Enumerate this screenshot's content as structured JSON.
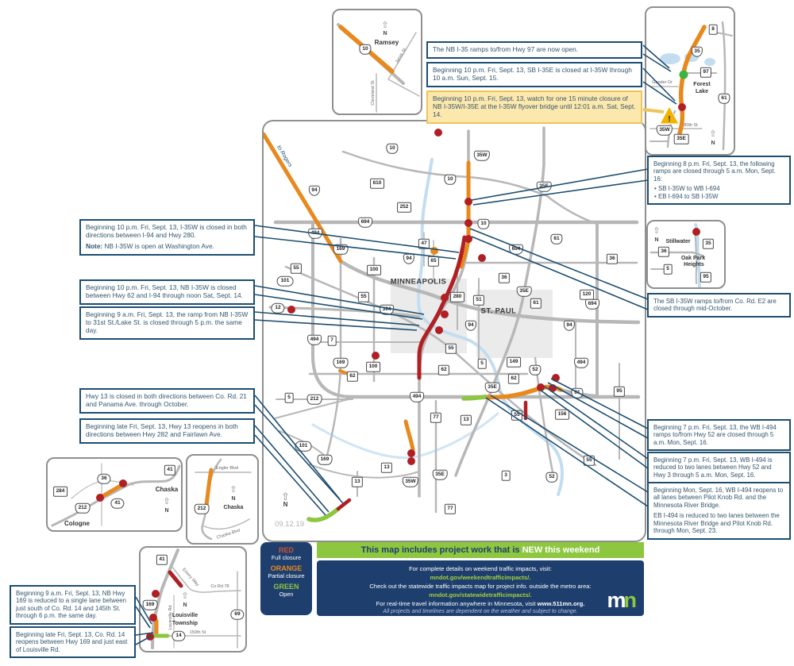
{
  "colors": {
    "closure_red": "#b01f24",
    "partial_orange": "#e8891e",
    "open_green": "#8dc63f",
    "callout_navy": "#1d4e70",
    "panel_navy": "#1e3f6e",
    "link_green": "#a4cd3a",
    "highlight_yellow_bg": "#fce8ad"
  },
  "icons": {
    "north_arrow": "⇧",
    "warning": "!"
  },
  "callouts": {
    "c1": {
      "text": "The NB I-35 ramps to/from Hwy 97 are now open."
    },
    "c2": {
      "text": "Beginning 10 p.m. Fri, Sept. 13, SB I-35E is closed at I-35W through 10 a.m. Sun, Sept. 15."
    },
    "c3": {
      "text": "Beginning 10 p.m. Fri, Sept. 13, watch for one 15 minute closure of NB I-35W/I-35E at the I-35W flyover bridge until 12:01 a.m. Sat, Sept. 14."
    },
    "c4": {
      "text": "Beginning 8 p.m. Fri, Sept. 13, the following ramps are closed through 5 a.m. Mon, Sept. 16:",
      "bullets": [
        "SB I-35W to WB I-694",
        "EB I-694 to SB I-35W"
      ]
    },
    "c5": {
      "text": "The SB I-35W ramps to/from Co. Rd. E2 are closed through mid-October."
    },
    "c6": {
      "text": "Beginning 7 p.m. Fri, Sept. 13, the WB I-494 ramps to/from Hwy 52 are closed through 5 a.m. Mon, Sept. 16."
    },
    "c7": {
      "text": "Beginning 7 p.m. Fri, Sept. 13, WB I-494 is reduced to two lanes between Hwy 52 and Hwy 3 through 5 a.m. Mon, Sept. 16."
    },
    "c8": {
      "text": "Beginning Mon, Sept. 16, WB I-494 reopens to all lanes between Pilot Knob Rd. and the Minnesota River Bridge.",
      "text2": "EB I-494 is reduced to two lanes between the Minnesota River Bridge and Pilot Knob Rd. through Mon, Sept. 23."
    },
    "c9": {
      "text": "Beginning 10 p.m. Fri, Sept. 13, I-35W is closed in both directions between I-94 and Hwy 280.",
      "note_label": "Note:",
      "note": " NB I-35W is open at Washington Ave."
    },
    "c10": {
      "text": "Beginning 10 p.m. Fri, Sept. 13, NB I-35W is closed between Hwy 62 and I-94 through noon Sat, Sept. 14."
    },
    "c11": {
      "text": "Beginning 9 a.m. Fri, Sept. 13, the ramp from NB I-35W to 31st St./Lake St. is closed through 5 p.m. the same day."
    },
    "c12": {
      "text": "Hwy 13 is closed in both directions between Co. Rd. 21 and Panama Ave. through October."
    },
    "c13": {
      "text": "Beginning late Fri, Sept. 13, Hwy 13 reopens in both directions between Hwy 282 and Fairlawn Ave."
    },
    "c14": {
      "text": "Beginning 9 a.m. Fri, Sept. 13, NB Hwy 169 is reduced to a single lane between just south of Co. Rd. 14 and 145th St. through 6 p.m. the same day."
    },
    "c15": {
      "text": "Beginning late Fri, Sept. 13, Co. Rd. 14 reopens between Hwy 169 and just east of Louisville Rd."
    }
  },
  "map": {
    "date_stamp": "09.12.19",
    "to_label": "to Rogers",
    "north_label": "N",
    "cities": {
      "minneapolis": "MINNEAPOLIS",
      "st_paul": "ST. PAUL"
    },
    "shields": [
      [
        "10",
        "us",
        162,
        34
      ],
      [
        "94",
        "int",
        64,
        87
      ],
      [
        "610",
        "sq",
        143,
        78
      ],
      [
        "252",
        "sq",
        177,
        108
      ],
      [
        "694",
        "int",
        128,
        127
      ],
      [
        "10",
        "us",
        235,
        73
      ],
      [
        "35W",
        "int",
        275,
        43
      ],
      [
        "35E",
        "int",
        353,
        82
      ],
      [
        "10",
        "us",
        277,
        129
      ],
      [
        "61",
        "us",
        369,
        148
      ],
      [
        "36",
        "sq",
        439,
        173
      ],
      [
        "47",
        "sq",
        202,
        154
      ],
      [
        "65",
        "sq",
        214,
        176
      ],
      [
        "94",
        "int",
        183,
        173
      ],
      [
        "694",
        "int",
        318,
        161
      ],
      [
        "36",
        "sq",
        303,
        197
      ],
      [
        "35E",
        "int",
        328,
        214
      ],
      [
        "61",
        "sq",
        343,
        229
      ],
      [
        "280",
        "sq",
        244,
        221
      ],
      [
        "51",
        "sq",
        271,
        225
      ],
      [
        "120",
        "sq",
        407,
        218
      ],
      [
        "694",
        "int",
        414,
        230
      ],
      [
        "94",
        "int",
        385,
        257
      ],
      [
        "394",
        "int",
        155,
        237
      ],
      [
        "94",
        "int",
        261,
        257
      ],
      [
        "55",
        "sq",
        236,
        286
      ],
      [
        "494",
        "int",
        65,
        141
      ],
      [
        "169",
        "us",
        97,
        161
      ],
      [
        "55",
        "sq",
        41,
        185
      ],
      [
        "101",
        "ov",
        27,
        201
      ],
      [
        "100",
        "sq",
        139,
        187
      ],
      [
        "12",
        "ov",
        18,
        235
      ],
      [
        "55",
        "sq",
        126,
        221
      ],
      [
        "494",
        "int",
        64,
        275
      ],
      [
        "7",
        "sq",
        86,
        276
      ],
      [
        "169",
        "us",
        97,
        304
      ],
      [
        "100",
        "sq",
        138,
        309
      ],
      [
        "62",
        "sq",
        112,
        321
      ],
      [
        "62",
        "sq",
        227,
        313
      ],
      [
        "5",
        "sq",
        275,
        305
      ],
      [
        "35E",
        "int",
        288,
        335
      ],
      [
        "5",
        "sq",
        32,
        348
      ],
      [
        "212",
        "us",
        64,
        350
      ],
      [
        "494",
        "int",
        193,
        347
      ],
      [
        "77",
        "sq",
        217,
        373
      ],
      [
        "13",
        "sq",
        255,
        376
      ],
      [
        "101",
        "ov",
        50,
        409
      ],
      [
        "169",
        "us",
        77,
        426
      ],
      [
        "13",
        "sq",
        155,
        436
      ],
      [
        "13",
        "sq",
        118,
        454
      ],
      [
        "35W",
        "int",
        185,
        454
      ],
      [
        "35E",
        "int",
        222,
        445
      ],
      [
        "3",
        "sq",
        305,
        446
      ],
      [
        "77",
        "sq",
        235,
        488
      ],
      [
        "149",
        "sq",
        315,
        303
      ],
      [
        "52",
        "us",
        342,
        313
      ],
      [
        "494",
        "int",
        400,
        304
      ],
      [
        "62",
        "sq",
        315,
        324
      ],
      [
        "61",
        "us",
        395,
        342
      ],
      [
        "95",
        "sq",
        448,
        340
      ],
      [
        "55",
        "sq",
        319,
        370
      ],
      [
        "156",
        "sq",
        376,
        369
      ],
      [
        "55",
        "sq",
        410,
        427
      ],
      [
        "52",
        "us",
        363,
        448
      ]
    ],
    "dots": [
      [
        220,
        14,
        "red"
      ],
      [
        258,
        101,
        "red"
      ],
      [
        258,
        128,
        "red"
      ],
      [
        258,
        148,
        "red"
      ],
      [
        275,
        172,
        "red"
      ],
      [
        215,
        163,
        "orange"
      ],
      [
        228,
        222,
        "red"
      ],
      [
        228,
        243,
        "red"
      ],
      [
        221,
        263,
        "red"
      ],
      [
        35,
        237,
        "red"
      ],
      [
        141,
        295,
        "red"
      ],
      [
        186,
        418,
        "red"
      ],
      [
        186,
        428,
        "red"
      ],
      [
        368,
        323,
        "red"
      ],
      [
        349,
        335,
        "red"
      ],
      [
        364,
        336,
        "red"
      ]
    ]
  },
  "insets": {
    "ramsey": {
      "title": "Ramsey",
      "north": "N",
      "road1": "Jarvis St",
      "road2": "Cleveland St",
      "shields": [
        [
          "10",
          "us",
          40,
          49
        ]
      ],
      "dots": []
    },
    "forest_lake": {
      "title1": "Forest",
      "title2": "Lake",
      "north": "N",
      "gander": "Gander Dr",
      "street": "80th St",
      "shields": [
        [
          "8",
          "sq",
          84,
          27
        ],
        [
          "35",
          "int",
          64,
          55
        ],
        [
          "97",
          "sq",
          75,
          81
        ],
        [
          "61",
          "us",
          98,
          114
        ],
        [
          "35W",
          "int",
          23,
          154
        ],
        [
          "35E",
          "sq",
          44,
          165
        ]
      ],
      "dots": [
        [
          47,
          84,
          "green"
        ],
        [
          45,
          125,
          "red"
        ]
      ]
    },
    "stillwater": {
      "title": "Stillwater",
      "sub1": "Oak Park",
      "sub2": "Heights",
      "north": "N",
      "shields": [
        [
          "35",
          "sq",
          76,
          28
        ],
        [
          "36",
          "sq",
          20,
          38
        ],
        [
          "5",
          "sq",
          25,
          60
        ],
        [
          "95",
          "sq",
          73,
          70
        ]
      ],
      "dots": [
        [
          61,
          13,
          "red"
        ]
      ]
    },
    "cologne": {
      "title": "Cologne",
      "chaska": "Chaska",
      "north": "N",
      "shields": [
        [
          "41",
          "sq",
          154,
          14
        ],
        [
          "36",
          "ov",
          71,
          25
        ],
        [
          "284",
          "sq",
          16,
          41
        ],
        [
          "41",
          "ov",
          88,
          56
        ],
        [
          "212",
          "us",
          44,
          62
        ]
      ],
      "dots": [
        [
          95,
          31,
          "red"
        ],
        [
          66,
          49,
          "red"
        ]
      ]
    },
    "chaska": {
      "title": "Chaska",
      "engler": "Engler Blvd",
      "chaska_blvd": "Chaska Blvd",
      "north": "N",
      "shields": [
        [
          "212",
          "us",
          18,
          67
        ]
      ],
      "dots": []
    },
    "louisville": {
      "title1": "Louisville",
      "title2": "Township",
      "north": "N",
      "emery": "Emery Way",
      "cord": "Co Rd 78",
      "lou_rd": "Louisville Rd",
      "street": "150th St",
      "shields": [
        [
          "41",
          "sq",
          27,
          15
        ],
        [
          "169",
          "us",
          12,
          72
        ],
        [
          "69",
          "ov",
          122,
          84
        ],
        [
          "14",
          "ov",
          48,
          111
        ]
      ],
      "dots": [
        [
          19,
          58,
          "red"
        ],
        [
          16,
          88,
          "red"
        ],
        [
          12,
          112,
          "red"
        ]
      ]
    }
  },
  "legend": {
    "items": [
      {
        "name": "RED",
        "desc": "Full closure"
      },
      {
        "name": "ORANGE",
        "desc": "Partial closure"
      },
      {
        "name": "GREEN",
        "desc": "Open"
      }
    ]
  },
  "banner": {
    "prefix": "This map includes project work that is ",
    "highlight": "NEW this weekend"
  },
  "info": {
    "line1": "For complete details on weekend traffic impacts, visit:",
    "link1": "mndot.gov/weekendtrafficimpacts/.",
    "line2": "Check out the statewide traffic impacts map for project info. outside the metro area:",
    "link2": "mndot.gov/statewidetrafficimpacts/.",
    "line3_prefix": "For real-time travel information anywhere in Minnesota, visit ",
    "line3_site": "www.511mn.org.",
    "disclaimer": "All projects and timelines are dependent on the weather and subject to change."
  },
  "logo": {
    "m": "m",
    "n": "n"
  }
}
